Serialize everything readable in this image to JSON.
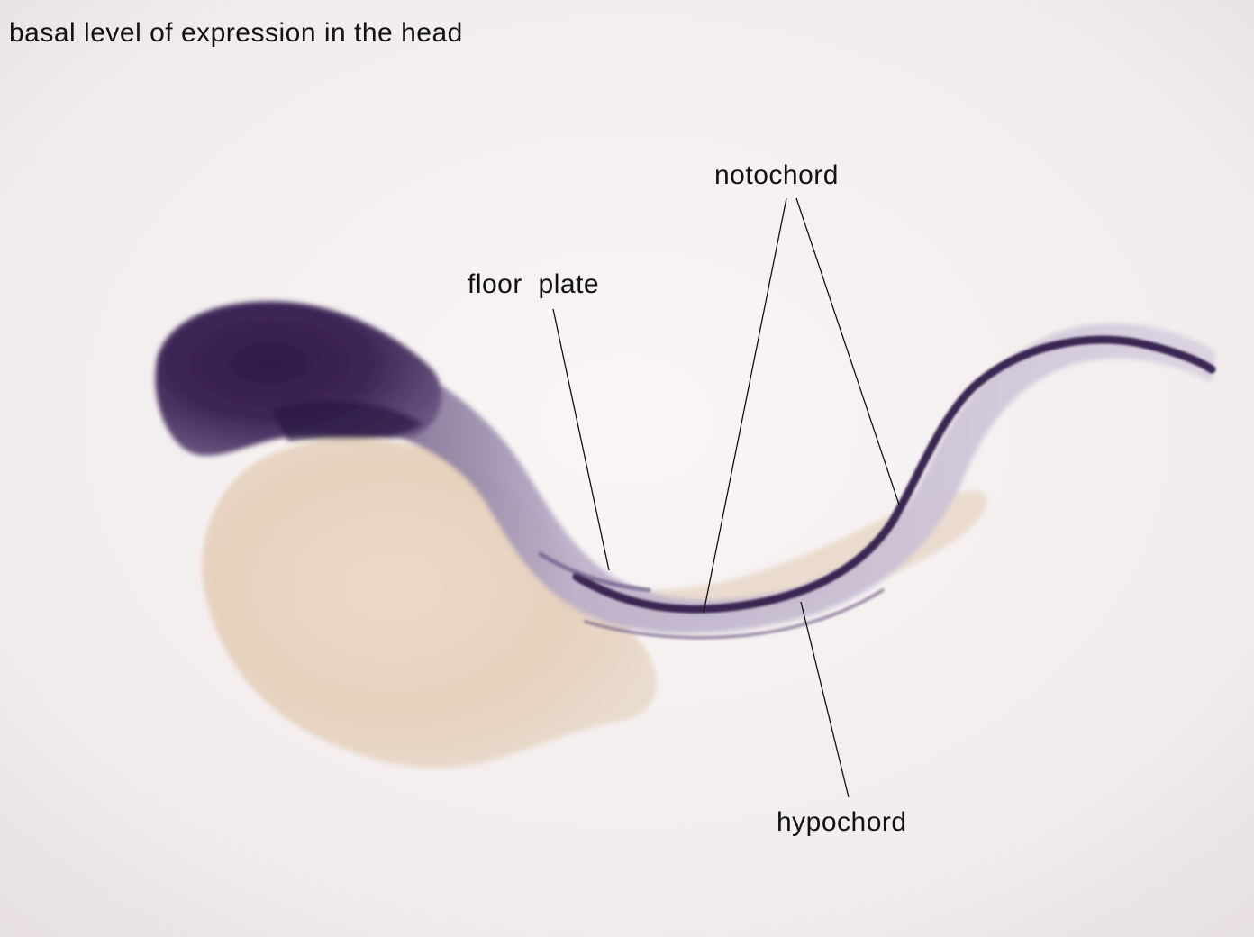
{
  "image": {
    "caption": "basal level of expression in the head",
    "labels": {
      "notochord": "notochord",
      "floor_plate": "floor  plate",
      "hypochord": "hypochord"
    },
    "colors": {
      "background": "#f3eeee",
      "stain": "#3a2450",
      "yolk": "#e9d6c4",
      "leader_line": "#111111"
    }
  }
}
